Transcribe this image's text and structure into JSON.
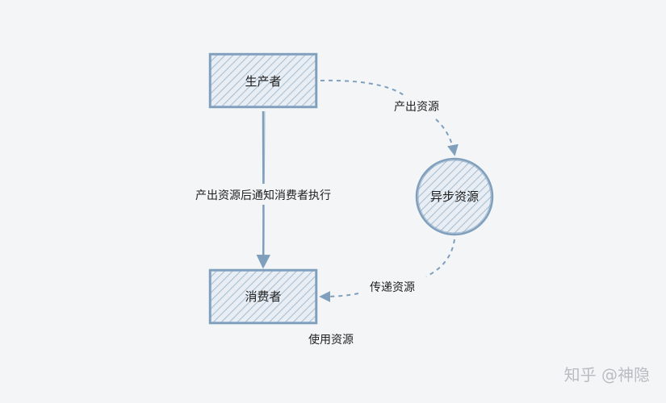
{
  "nodes": {
    "producer": {
      "label": "生产者",
      "shape": "rectangle"
    },
    "consumer": {
      "label": "消费者",
      "shape": "rectangle"
    },
    "async_resource": {
      "label": "异步资源",
      "shape": "circle"
    }
  },
  "edges": {
    "producer_to_consumer": {
      "label": "产出资源后通知消费者执行",
      "style": "solid"
    },
    "producer_to_async": {
      "label": "产出资源",
      "style": "dashed"
    },
    "async_to_consumer": {
      "label": "传递资源",
      "style": "dashed"
    }
  },
  "consumer_caption": "使用资源",
  "watermark": "知乎 @神隐",
  "colors": {
    "background": "#f4f5f7",
    "stroke": "#7f9fbd",
    "hatch": "#a9bfd3",
    "node_fill": "#e8eef4",
    "text": "#1f1f1f",
    "watermark": "#b9bcc2"
  }
}
